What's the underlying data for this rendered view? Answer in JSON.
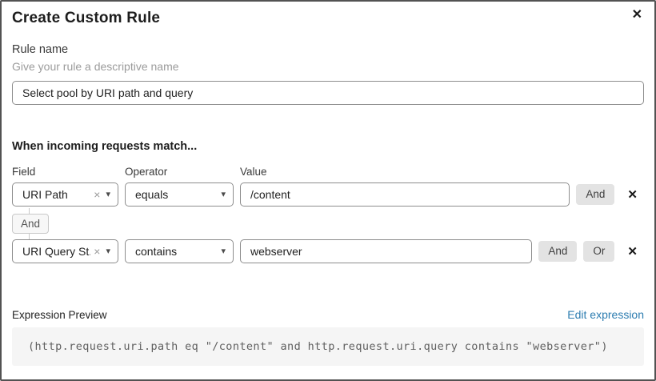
{
  "dialog": {
    "title": "Create Custom Rule"
  },
  "icons": {
    "close": "✕",
    "remove": "✕",
    "clear": "×",
    "caret": "▾"
  },
  "rule_name": {
    "label": "Rule name",
    "helper": "Give your rule a descriptive name",
    "value": "Select pool by URI path and query"
  },
  "match": {
    "heading": "When incoming requests match...",
    "columns": {
      "field": "Field",
      "operator": "Operator",
      "value": "Value"
    },
    "connector_label": "And",
    "rows": [
      {
        "field": "URI Path",
        "operator": "equals",
        "value": "/content",
        "and_label": "And"
      },
      {
        "field": "URI Query St...",
        "operator": "contains",
        "value": "webserver",
        "and_label": "And",
        "or_label": "Or"
      }
    ]
  },
  "expression": {
    "label": "Expression Preview",
    "edit_link": "Edit expression",
    "code": "(http.request.uri.path eq \"/content\" and http.request.uri.query contains \"webserver\")"
  },
  "colors": {
    "link": "#2c7cb0",
    "chip_button_bg": "#e3e3e3",
    "code_bg": "#f5f5f5",
    "input_border": "#8d8d8d",
    "dialog_border": "#525252"
  }
}
